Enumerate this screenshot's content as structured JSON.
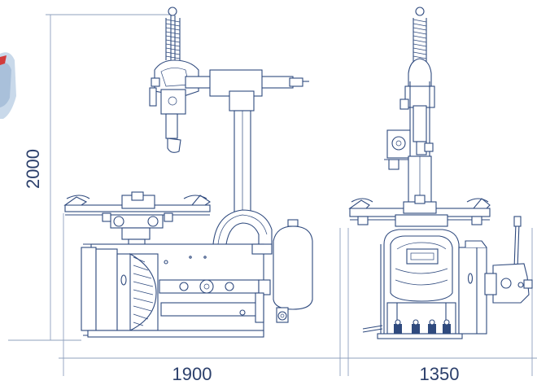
{
  "dimensions": {
    "height": "2000",
    "front_width": "1900",
    "side_width": "1350"
  },
  "colors": {
    "line": "#2f4a7e",
    "dimension_line": "#8fa0be",
    "text": "#2b3f6b",
    "partial_photo": "#c9d9ea"
  }
}
